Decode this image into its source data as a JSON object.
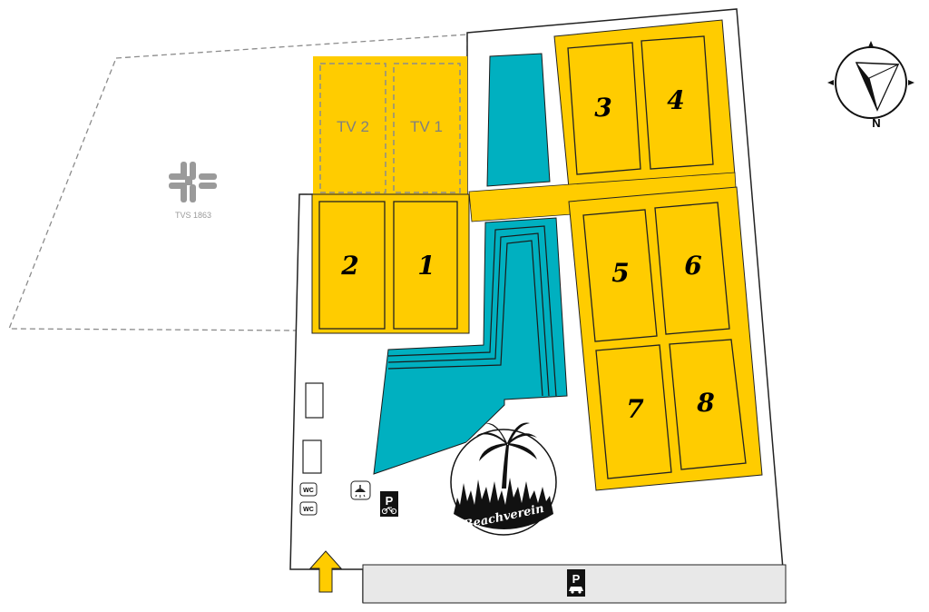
{
  "map": {
    "neighbour_label": "TVS 1863",
    "training_fields": [
      "TV 2",
      "TV 1"
    ],
    "courts": [
      "1",
      "2",
      "3",
      "4",
      "5",
      "6",
      "7",
      "8"
    ],
    "facilities": {
      "wc_1": "WC",
      "wc_2": "WC",
      "bike_parking": "P",
      "car_parking": "P"
    },
    "compass_north": "N",
    "logo_text": "Beachverein",
    "icons": [
      "club-emblem-icon",
      "shower-icon",
      "bicycle-icon",
      "car-icon",
      "compass-icon",
      "palm-tree-icon",
      "forest-icon",
      "entrance-arrow-icon"
    ],
    "colors": {
      "court_yellow": "#FFCC00",
      "pool_teal": "#00B0C0",
      "parking_gray": "#E8E8E8",
      "arrow_yellow": "#FFCC00"
    }
  }
}
